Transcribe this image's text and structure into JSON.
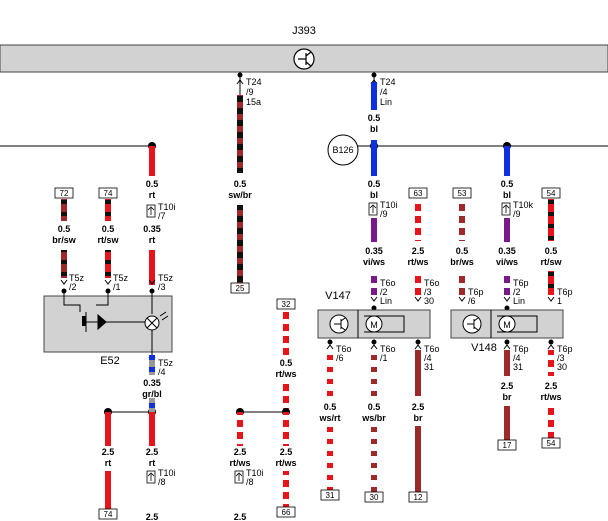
{
  "header": {
    "control_unit": "J393"
  },
  "colors": {
    "red": "#e8141c",
    "black": "#111111",
    "white": "#ffffff",
    "brown": "#9b2a2a",
    "blue": "#1030e0",
    "violet": "#7a1a8a",
    "grey": "#999999",
    "box": "#d2d2d2",
    "pinkish": "#b2464f"
  },
  "connector_top_left": {
    "pin": "T24",
    "no": "/9",
    "extra": "15a"
  },
  "connector_top_right": {
    "pin": "T24",
    "no": "/4",
    "extra": "Lin"
  },
  "junction_b126": "B126",
  "wire_labels": {
    "w1_size": "0.5",
    "w1_color": "rt",
    "w2_size": "0.35",
    "w2_color": "rt",
    "w3_size": "0.5",
    "w3_color": "sw/br",
    "w4_size": "0.5",
    "w4_color": "bl",
    "w5_size": "0.5",
    "w5_color": "bl",
    "w6_size": "0.35",
    "w6_color": "vi/ws",
    "w7_size": "2.5",
    "w7_color": "rt/ws",
    "w8_size": "0.5",
    "w8_color": "br/ws",
    "w9_size": "0.5",
    "w9_color": "bl",
    "w10_size": "0.35",
    "w10_color": "vi/ws",
    "w11_size": "0.5",
    "w11_color": "rt/sw",
    "w12_size": "0.5",
    "w12_color": "br/sw",
    "w13_size": "0.5",
    "w13_color": "rt/sw",
    "w14_size": "0.35",
    "w14_color": "gr/bl",
    "w15_size": "0.5",
    "w15_color": "rt/ws",
    "w16_size": "0.5",
    "w16_color": "ws/rt",
    "w17_size": "0.5",
    "w17_color": "ws/br",
    "w18_size": "2.5",
    "w18_color": "br",
    "w19_size": "2.5",
    "w19_color": "br",
    "w20_size": "2.5",
    "w20_color": "rt/ws",
    "w21_size": "2.5",
    "w21_color": "rt",
    "w22_size": "2.5",
    "w22_color": "rt",
    "w23_size": "2.5",
    "w23_color": "rt/ws",
    "w24_size": "2.5",
    "w24_color": "rt/ws",
    "w25_size": "2.5",
    "w26_size": "2.5"
  },
  "connectors": {
    "t10i_7": "T10i",
    "t10i_7n": "/7",
    "t10i_9": "T10i",
    "t10i_9n": "/9",
    "t10k_9": "T10k",
    "t10k_9n": "/9",
    "t10i_8a": "T10i",
    "t10i_8an": "/8",
    "t10i_8b": "T10i",
    "t10i_8bn": "/8",
    "t5z_2": "T5z",
    "t5z_2n": "/2",
    "t5z_1": "T5z",
    "t5z_1n": "/1",
    "t5z_3": "T5z",
    "t5z_3n": "/3",
    "t5z_4": "T5z",
    "t5z_4n": "/4",
    "t6o_2": "T6o",
    "t6o_2n": "/2",
    "t6o_2e": "Lin",
    "t6o_3": "T6o",
    "t6o_3n": "/3",
    "t6o_3e": "30",
    "t6o_6": "T6o",
    "t6o_6n": "/6",
    "t6o_1": "T6o",
    "t6o_1n": "/1",
    "t6o_4": "T6o",
    "t6o_4n": "/4",
    "t6o_4e": "31",
    "t6p_6": "T6p",
    "t6p_6n": "/6",
    "t6p_2": "T6p",
    "t6p_2n": "/2",
    "t6p_2e": "Lin",
    "t6p_1": "T6p",
    "t6p_1n": "1",
    "t6p_4": "T6p",
    "t6p_4n": "/4",
    "t6p_4e": "31",
    "t6p_3": "T6p",
    "t6p_3n": "/3",
    "t6p_3e": "30"
  },
  "components": {
    "e52": "E52",
    "v147": "V147",
    "v148": "V148"
  },
  "refs": {
    "r72": "72",
    "r74a": "74",
    "r63": "63",
    "r53": "53",
    "r54a": "54",
    "r25": "25",
    "r32": "32",
    "r31": "31",
    "r30": "30",
    "r12": "12",
    "r17": "17",
    "r54b": "54",
    "r74b": "74",
    "r66": "66"
  }
}
